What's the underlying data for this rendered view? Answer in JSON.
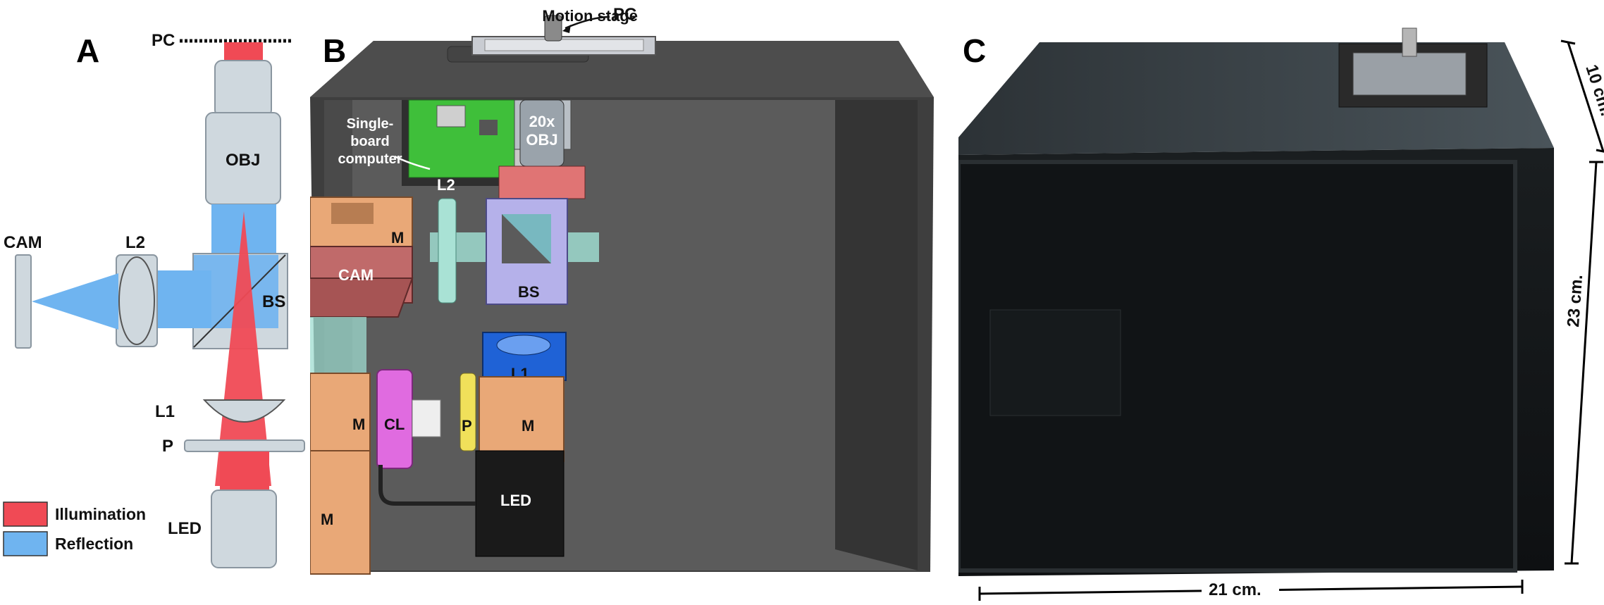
{
  "panels": {
    "A": {
      "letter": "A",
      "labels": {
        "pc": "PC",
        "obj": "OBJ",
        "cam": "CAM",
        "l2": "L2",
        "bs": "BS",
        "l1": "L1",
        "p": "P",
        "led": "LED"
      },
      "legend": [
        {
          "label": "Illumination",
          "color": "#f04a55"
        },
        {
          "label": "Reflection",
          "color": "#6fb4f0"
        }
      ]
    },
    "B": {
      "letter": "B",
      "labels": {
        "motion_stage": "Motion stage",
        "pc": "PC",
        "sbc_line1": "Single-",
        "sbc_line2": "board",
        "sbc_line3": "computer",
        "obj_line1": "20x",
        "obj_line2": "OBJ",
        "l2": "L2",
        "m_top": "M",
        "cam": "CAM",
        "bs": "BS",
        "l1": "L1",
        "m_mid": "M",
        "cl": "CL",
        "p": "P",
        "m_right": "M",
        "m_bottom": "M",
        "led": "LED"
      }
    },
    "C": {
      "letter": "C",
      "dimensions": {
        "depth": "10 cm.",
        "height": "23 cm.",
        "width": "21 cm."
      }
    }
  },
  "colors": {
    "illumination": "#f04a55",
    "reflection": "#6fb4f0",
    "component_gray": "#cfd8de",
    "mirror_orange": "#e9a877",
    "cam_red": "#c06a6a",
    "bs_lavender": "#b5b1ea",
    "l1_blue": "#1f62d6",
    "cl_magenta": "#e06be0",
    "lens_teal": "#9fdcd0",
    "polarizer_yellow": "#f0e05a",
    "box_dark": "#4a4a4a"
  }
}
